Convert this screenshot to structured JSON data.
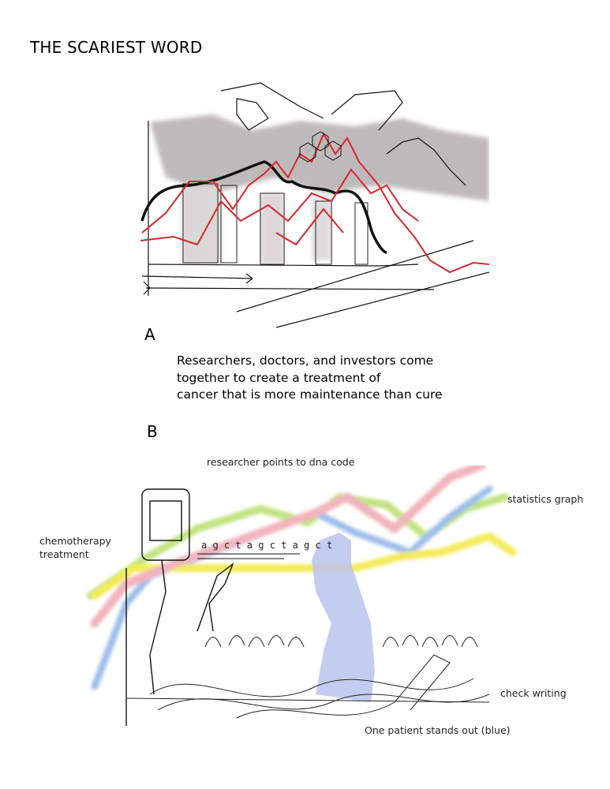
{
  "page": {
    "title": "THE SCARIEST WORD",
    "section_a_label": "A",
    "section_b_label": "B",
    "caption_a_lines": [
      "Researchers, doctors, and investors come",
      "together to create a treatment of",
      "cancer that is more maintenance than cure"
    ]
  },
  "illustration_b": {
    "notes": {
      "researcher": "researcher points to dna code",
      "stats": "statistics graph",
      "chemo_line1": "chemotherapy",
      "chemo_line2": "treatment",
      "check": "check writing",
      "patient": "One patient stands out (blue)"
    },
    "dna_code": "a g c t a g c t a g c t"
  },
  "colors": {
    "red_line": "#d8262a",
    "black_line": "#111111",
    "gray_wash": "#b9b3b6",
    "green_wash": "#b6df6a",
    "blue_wash": "#8fb3e8",
    "yellow_wash": "#f1e83c",
    "pink_wash": "#f0a7b0",
    "patient_blue": "#b8c4ec"
  }
}
